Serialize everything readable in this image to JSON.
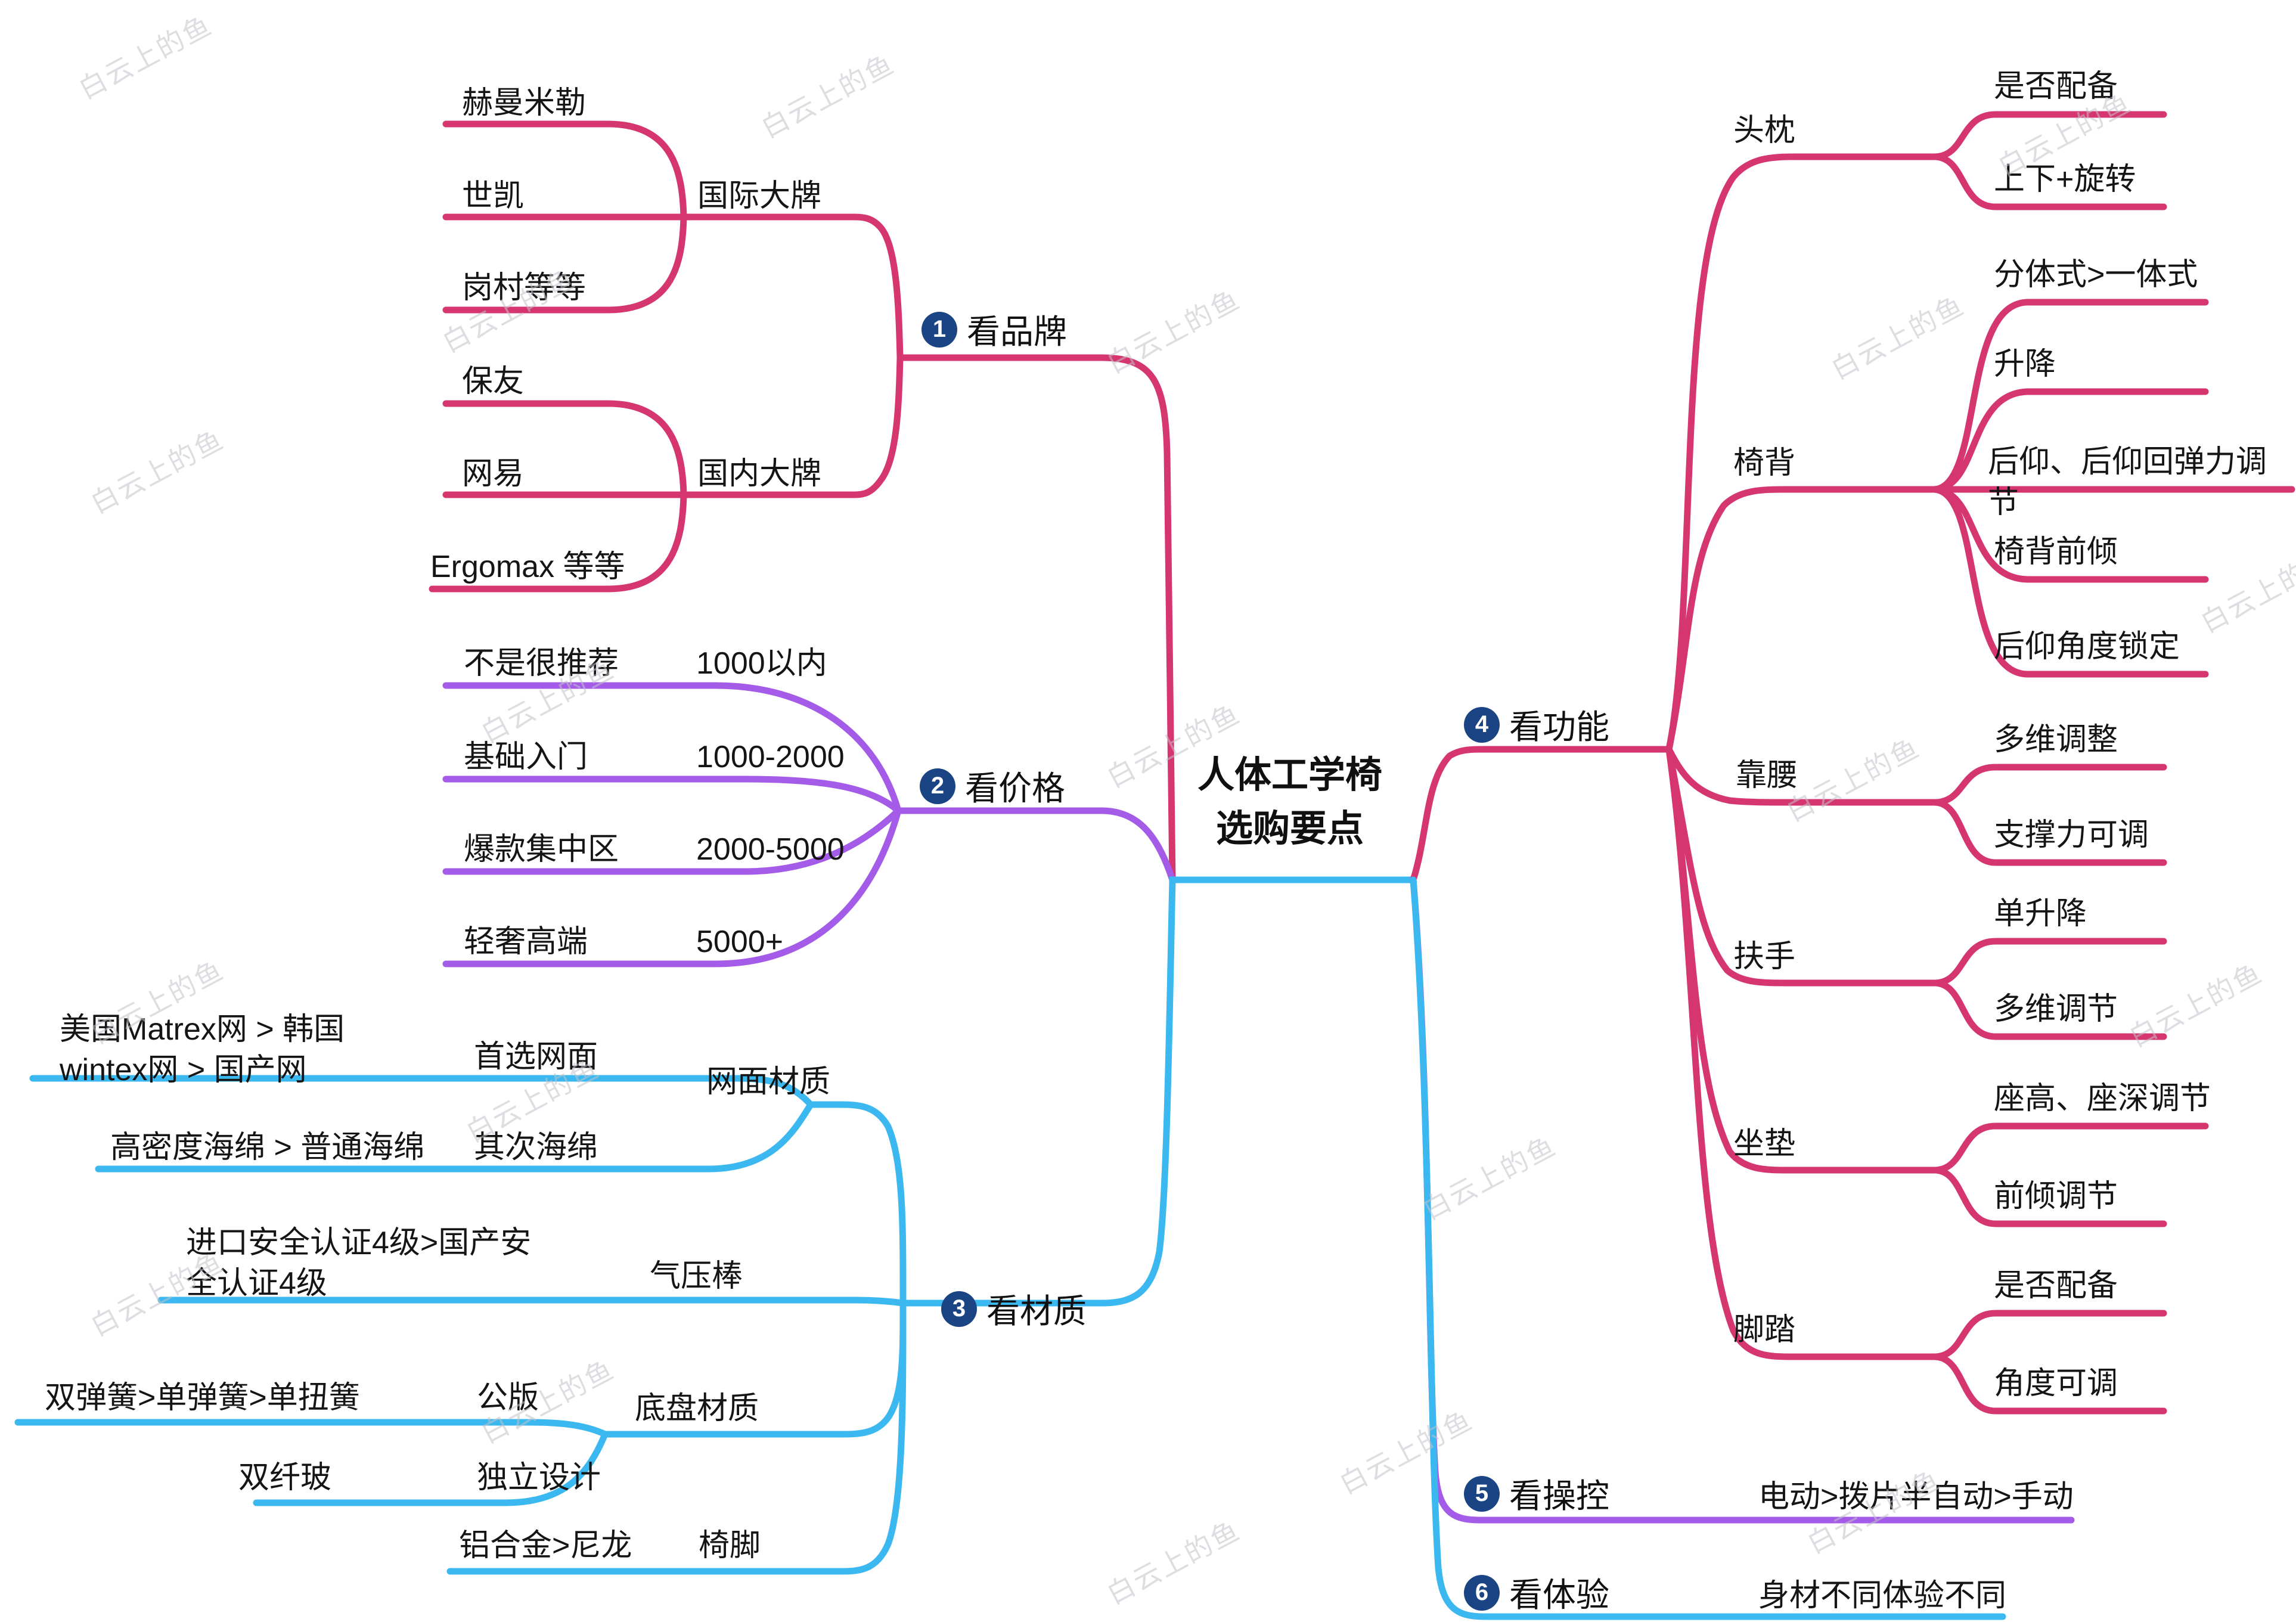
{
  "watermark": {
    "text": "白云上的鱼"
  },
  "center": {
    "title": "人体工学椅\n选购要点"
  },
  "colors": {
    "brand": "#d6366f",
    "price": "#a45ce8",
    "material": "#3bb8f0",
    "function": "#d6366f",
    "control": "#a45ce8",
    "experience": "#3bb8f0",
    "topic_circle": "#1b4484"
  },
  "topics": {
    "brand": {
      "num": "1",
      "label": "看品牌",
      "intl": {
        "label": "国际大牌",
        "items": [
          "赫曼米勒",
          "世凯",
          "岗村等等"
        ]
      },
      "domestic": {
        "label": "国内大牌",
        "items": [
          "保友",
          "网易",
          "Ergomax 等等"
        ]
      }
    },
    "price": {
      "num": "2",
      "label": "看价格",
      "rows": [
        {
          "note": "不是很推荐",
          "range": "1000以内"
        },
        {
          "note": "基础入门",
          "range": "1000-2000"
        },
        {
          "note": "爆款集中区",
          "range": "2000-5000"
        },
        {
          "note": "轻奢高端",
          "range": "5000+"
        }
      ]
    },
    "material": {
      "num": "3",
      "label": "看材质",
      "mesh": {
        "label": "网面材质",
        "first": {
          "desc": "美国Matrex网 > 韩国\nwintex网 > 国产网",
          "label": "首选网面"
        },
        "second": {
          "desc": "高密度海绵 > 普通海绵",
          "label": "其次海绵"
        }
      },
      "gas": {
        "desc": "进口安全认证4级>国产安\n全认证4级",
        "label": "气压棒"
      },
      "chassis": {
        "label": "底盘材质",
        "public": {
          "desc": "双弹簧>单弹簧>单扭簧",
          "label": "公版"
        },
        "independent": {
          "desc": "双纤玻",
          "label": "独立设计"
        }
      },
      "legs": {
        "desc": "铝合金>尼龙",
        "label": "椅脚"
      }
    },
    "function": {
      "num": "4",
      "label": "看功能",
      "headrest": {
        "label": "头枕",
        "items": [
          "是否配备",
          "上下+旋转"
        ]
      },
      "backrest": {
        "label": "椅背",
        "items": [
          "分体式>一体式",
          "升降",
          "后仰、后仰回弹力调节",
          "椅背前倾",
          "后仰角度锁定"
        ]
      },
      "lumbar": {
        "label": "靠腰",
        "items": [
          "多维调整",
          "支撑力可调"
        ]
      },
      "armrest": {
        "label": "扶手",
        "items": [
          "单升降",
          "多维调节"
        ]
      },
      "seat": {
        "label": "坐垫",
        "items": [
          "座高、座深调节",
          "前倾调节"
        ]
      },
      "footrest": {
        "label": "脚踏",
        "items": [
          "是否配备",
          "角度可调"
        ]
      }
    },
    "control": {
      "num": "5",
      "label": "看操控",
      "note": "电动>拨片半自动>手动"
    },
    "experience": {
      "num": "6",
      "label": "看体验",
      "note": "身材不同体验不同"
    }
  }
}
